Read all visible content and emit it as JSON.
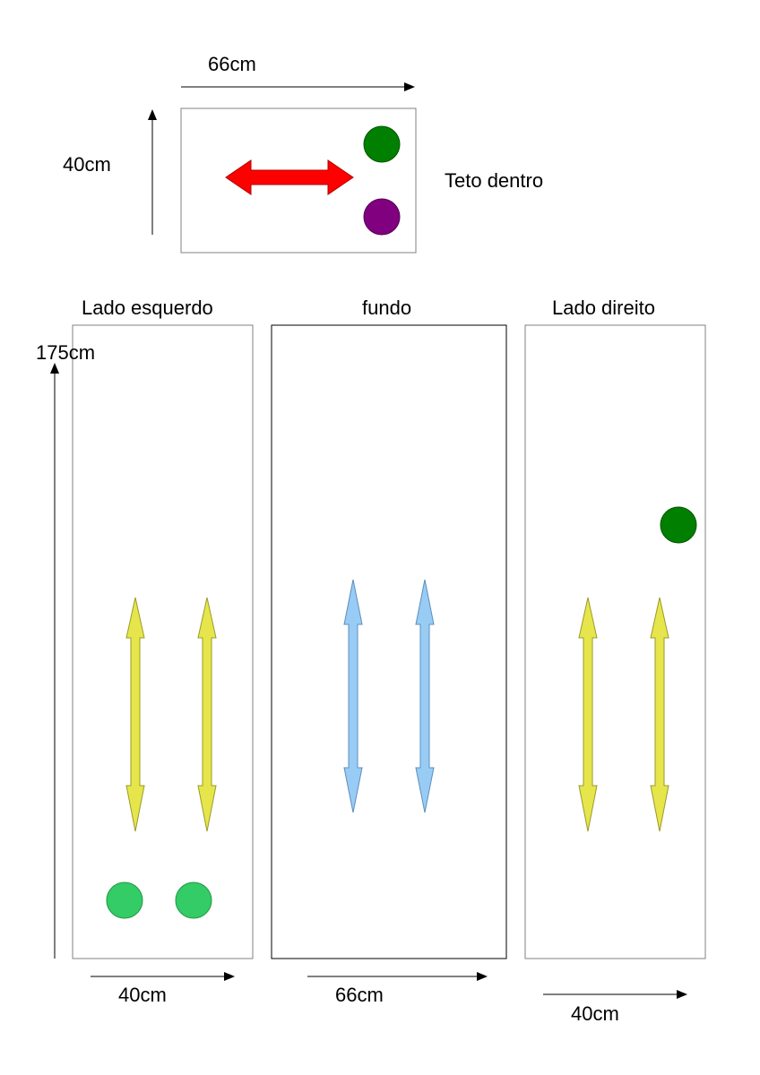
{
  "diagram": {
    "teto": {
      "title": "Teto dentro",
      "width_label": "66cm",
      "height_label": "40cm"
    },
    "lado_esquerdo": {
      "title": "Lado esquerdo",
      "width_label": "40cm",
      "height_label": "175cm"
    },
    "fundo": {
      "title": "fundo",
      "width_label": "66cm"
    },
    "lado_direito": {
      "title": "Lado direito",
      "width_label": "40cm"
    }
  },
  "colors": {
    "outline": "#808080",
    "dimension_arrow": "#000000",
    "red_arrow": "#ff0000",
    "yellow_arrow": "#e6e64c",
    "blue_arrow": "#99ccf5",
    "dark_green_dot": "#007f00",
    "light_green_dot": "#33cc66",
    "purple_dot": "#800080"
  }
}
